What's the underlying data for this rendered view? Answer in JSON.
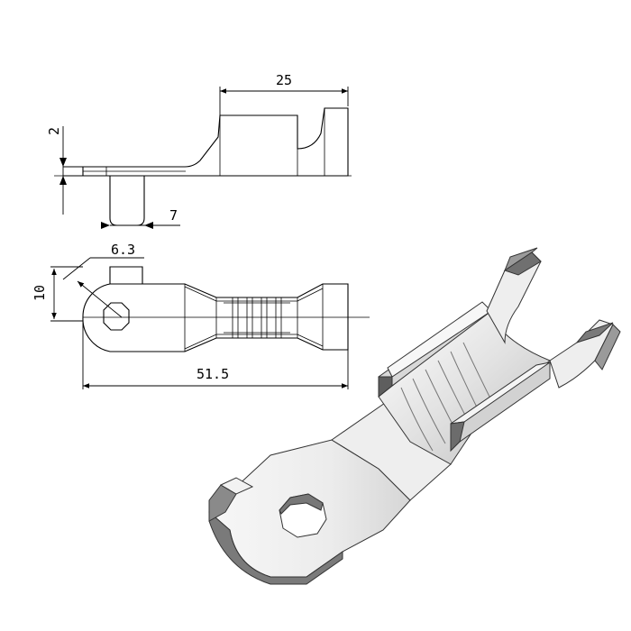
{
  "dimensions": {
    "top_length": "25",
    "thickness": "2",
    "tab_width": "7",
    "ring_diameter": "6.3",
    "ring_width": "10",
    "overall_length": "51.5"
  },
  "colors": {
    "line": "#000000",
    "shade_light": "#f4f4f4",
    "shade_mid": "#c8c8c8",
    "shade_dark": "#6e6e6e"
  }
}
